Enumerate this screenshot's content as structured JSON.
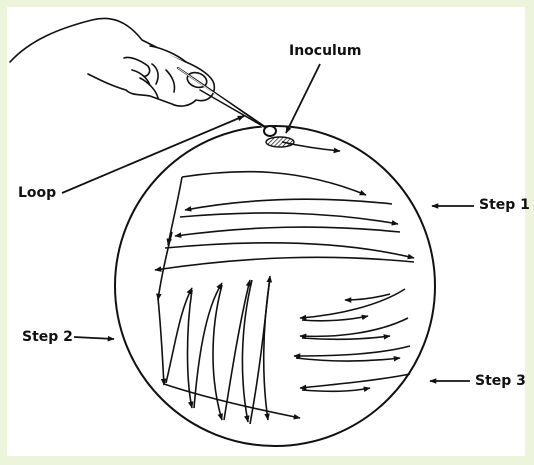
{
  "labels": {
    "inoculum": "Inoculum",
    "loop": "Loop",
    "step1": "Step 1",
    "step2": "Step 2",
    "step3": "Step 3"
  },
  "colors": {
    "background": "#ecf4dc",
    "ink": "#111111"
  }
}
